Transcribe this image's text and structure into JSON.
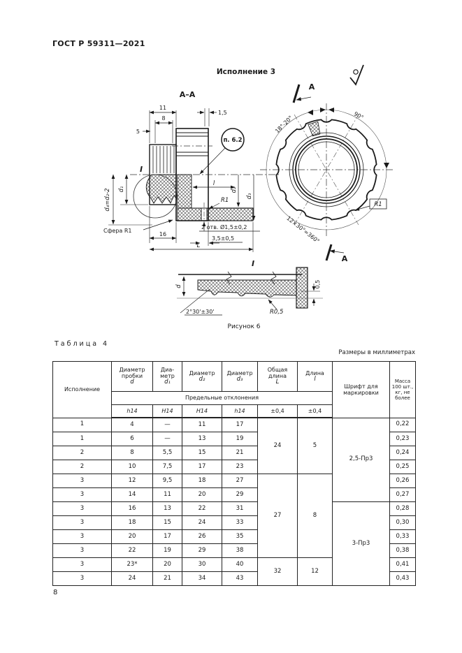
{
  "page": {
    "standard_ref": "ГОСТ Р 59311—2021",
    "page_number": "8"
  },
  "figure": {
    "variant_title": "Исполнение 3",
    "section_label": "А–А",
    "caption": "Рисунок 6",
    "section_view": {
      "dim_11": "11",
      "dim_8": "8",
      "dim_5": "5",
      "dim_1_5": "1,5",
      "callout_note": "п. 6.2",
      "detail_ref": "I",
      "dim_d4": "d₄=d₂-2",
      "dim_d1": "d₁",
      "sphere_note": "Сфера R1",
      "dim_16": "16",
      "dim_L": "L",
      "dim_3_5": "3,5±0,5",
      "holes_note": "2 отв. Ø1,5±0,2",
      "radius_r1": "R1",
      "dim_l": "l",
      "dim_d2": "d₂",
      "dim_d3": "d₃"
    },
    "end_view": {
      "cut_label_top": "А",
      "cut_label_bottom": "А",
      "angle_range": "18°-20°",
      "angle_90": "90°",
      "radius_r1": "R1",
      "pattern_note": "12×30°=360°"
    },
    "detail_view": {
      "title": "I",
      "dim_d": "d",
      "dim_0_5": "0,5",
      "angle_note": "2°30'±30'",
      "radius_note": "R0,5"
    }
  },
  "table": {
    "title": "Таблица 4",
    "units_note": "Размеры в миллиметрах",
    "header": {
      "execution": "Исполнение",
      "col_d_title": "Диаметр пробки",
      "col_d_sym": "d",
      "col_d1_title": "Диа-метр",
      "col_d1_sym": "d₁",
      "col_d2_title": "Диаметр",
      "col_d2_sym": "d₂",
      "col_d3_title": "Диаметр",
      "col_d3_sym": "d₃",
      "col_L_title": "Общая длина",
      "col_L_sym": "L",
      "col_l_title": "Длина",
      "col_l_sym": "l",
      "font_col": "Шрифт для маркировки",
      "mass_col": "Масса 100 шт., кг, не более",
      "deviations": "Предельные отклонения",
      "tolerances": [
        "h14",
        "H14",
        "H14",
        "h14",
        "±0,4",
        "±0,4"
      ]
    },
    "rows": [
      [
        "1",
        "4",
        "—",
        "11",
        "17",
        {
          "t": "24",
          "rs": 4
        },
        {
          "t": "5",
          "rs": 4
        },
        {
          "t": "2,5-Пр3",
          "rs": 6
        },
        "0,22"
      ],
      [
        "1",
        "6",
        "—",
        "13",
        "19",
        null,
        null,
        null,
        "0,23"
      ],
      [
        "2",
        "8",
        "5,5",
        "15",
        "21",
        null,
        null,
        null,
        "0,24"
      ],
      [
        "2",
        "10",
        "7,5",
        "17",
        "23",
        null,
        null,
        null,
        "0,25"
      ],
      [
        "3",
        "12",
        "9,5",
        "18",
        "27",
        {
          "t": "27",
          "rs": 6
        },
        {
          "t": "8",
          "rs": 6
        },
        null,
        "0,26"
      ],
      [
        "3",
        "14",
        "11",
        "20",
        "29",
        null,
        null,
        null,
        "0,27"
      ],
      [
        "3",
        "16",
        "13",
        "22",
        "31",
        null,
        null,
        {
          "t": "3-Пр3",
          "rs": 6
        },
        "0,28"
      ],
      [
        "3",
        "18",
        "15",
        "24",
        "33",
        null,
        null,
        null,
        "0,30"
      ],
      [
        "3",
        "20",
        "17",
        "26",
        "35",
        null,
        null,
        null,
        "0,33"
      ],
      [
        "3",
        "22",
        "19",
        "29",
        "38",
        null,
        null,
        null,
        "0,38"
      ],
      [
        "3",
        "23*",
        "20",
        "30",
        "40",
        {
          "t": "32",
          "rs": 2
        },
        {
          "t": "12",
          "rs": 2
        },
        null,
        "0,41"
      ],
      [
        "3",
        "24",
        "21",
        "34",
        "43",
        null,
        null,
        null,
        "0,43"
      ]
    ]
  }
}
